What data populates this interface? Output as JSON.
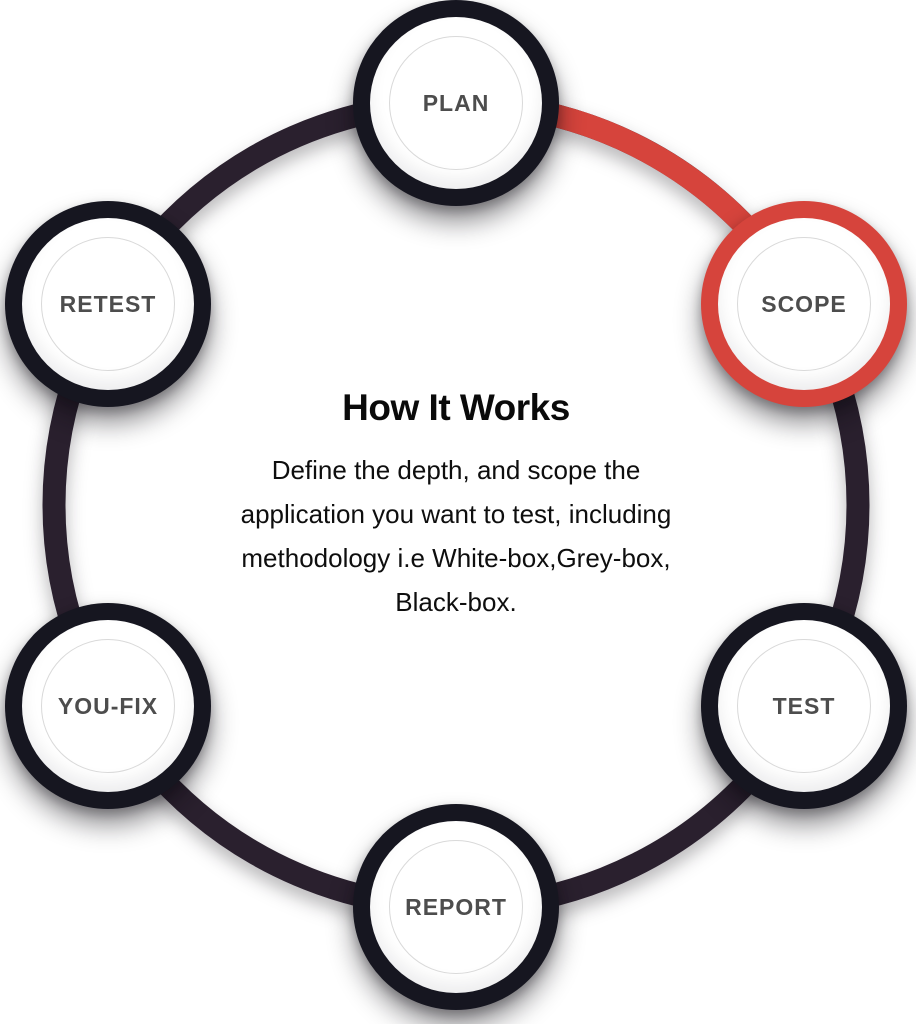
{
  "diagram": {
    "title": "How It Works",
    "description_lines": [
      "Define the depth, and scope the",
      "application you want to test, including",
      "methodology i.e White-box,Grey-box,",
      "Black-box."
    ],
    "active_step": "SCOPE",
    "steps": [
      {
        "label": "PLAN",
        "state": "default"
      },
      {
        "label": "SCOPE",
        "state": "active"
      },
      {
        "label": "TEST",
        "state": "default"
      },
      {
        "label": "REPORT",
        "state": "default"
      },
      {
        "label": "YOU-FIX",
        "state": "default"
      },
      {
        "label": "RETEST",
        "state": "default"
      }
    ],
    "colors": {
      "ring": "#2a202e",
      "active_accent": "#d6443c",
      "node_dark": "#161620",
      "node_label": "#4d4d4d",
      "inner_circle_stroke": "#d9d9d9",
      "text": "#0b0b0b"
    }
  }
}
